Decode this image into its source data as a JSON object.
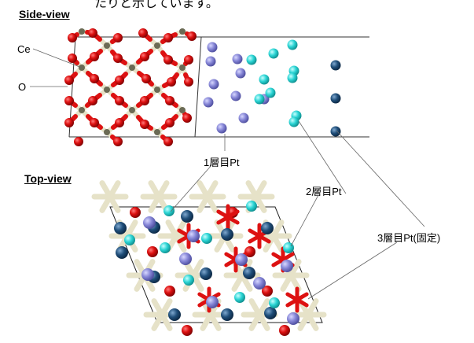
{
  "header_fragment": "たりと示しています。",
  "side_view": {
    "title": "Side-view",
    "label_ce": "Ce",
    "label_o": "O"
  },
  "top_view": {
    "title": "Top-view"
  },
  "annotations": {
    "layer1": "1層目Pt",
    "layer2": "2層目Pt",
    "layer3": "3層目Pt(固定)"
  },
  "colors": {
    "oxygen": "#dd1111",
    "cerium": "#e6e2c8",
    "pt_layer1": "#8585d6",
    "pt_layer2": "#2ad4d4",
    "pt_layer3": "#1f4e79"
  }
}
